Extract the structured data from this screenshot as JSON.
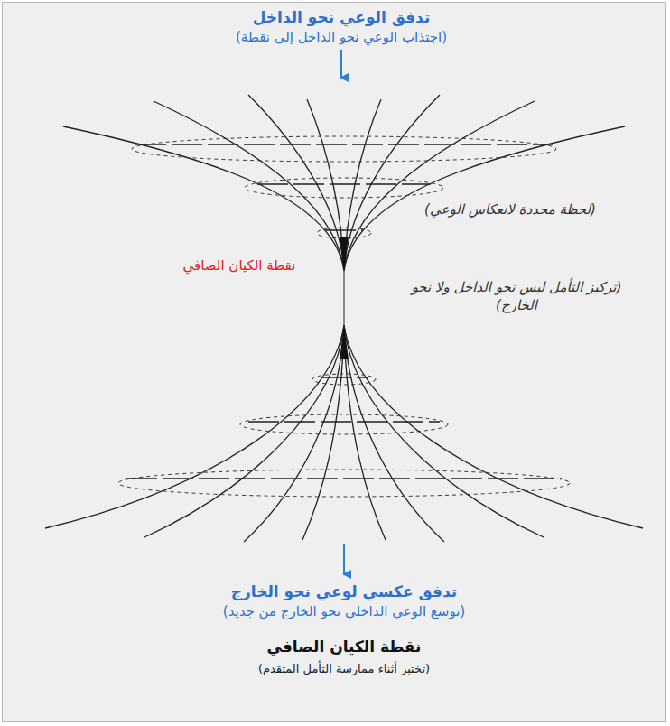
{
  "diagram": {
    "labels": [
      "تدفق الوعي نحو الداخل",
      "(اجتذاب الوعي نحو الداخل إلى نقطة)",
      "(لحظة محددة لانعكاس الوعي)",
      "نقطة الكيان الصافي",
      "(تركيز التأمل ليس نحو الداخل ولا نحو الخارج)",
      "تدفق عكسي لوعي نحو الخارج",
      "(توسع الوعي الداخلي نحو الخارج من جديد)",
      "نقطة الكيان الصافي",
      "(تختبر أثناء ممارسة التأمل المتقدم)"
    ]
  }
}
